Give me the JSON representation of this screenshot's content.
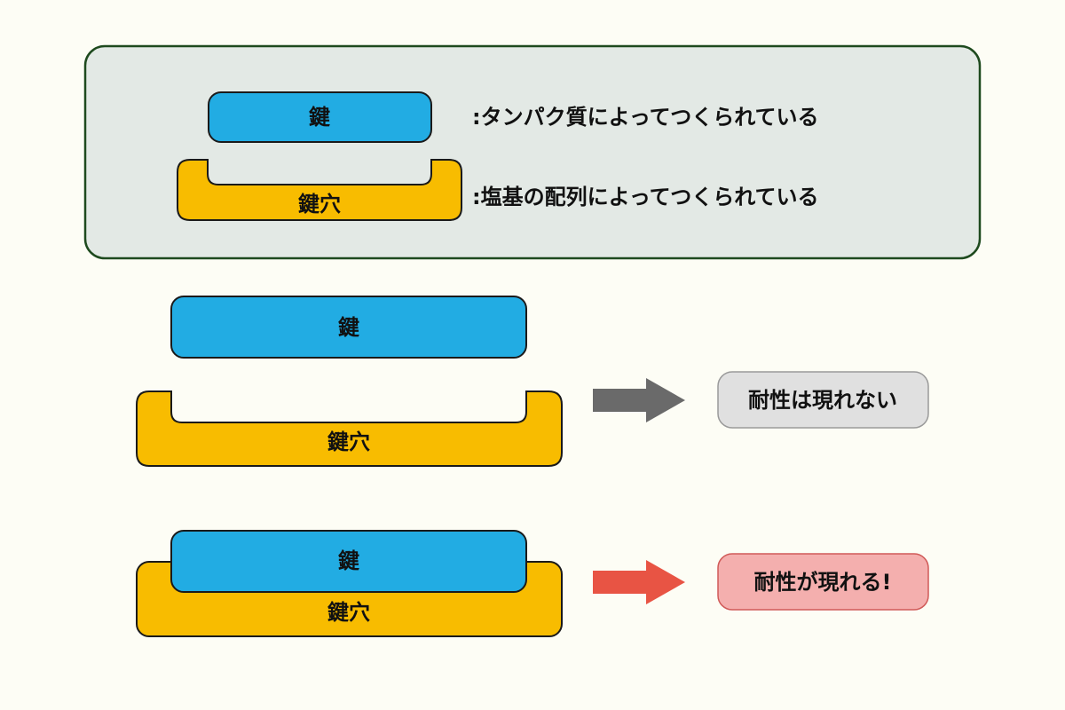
{
  "legend": {
    "key_label": "鍵",
    "keyhole_label": "鍵穴",
    "key_desc": ":タンパク質によってつくられている",
    "keyhole_desc": ":塩基の配列によってつくられている"
  },
  "scenario_mismatch": {
    "key_label": "鍵",
    "keyhole_label": "鍵穴",
    "result": "耐性は現れない"
  },
  "scenario_match": {
    "key_label": "鍵",
    "keyhole_label": "鍵穴",
    "result": "耐性が現れる!"
  },
  "colors": {
    "background": "#fdfdf5",
    "legend_box_fill": "#e3e9e5",
    "legend_box_border": "#1e4a1e",
    "key_blue": "#22ace3",
    "keyhole_yellow": "#f8bc00",
    "arrow_gray": "#6a6a6a",
    "arrow_red": "#e85444",
    "result_gray_fill": "#e0e0e0",
    "result_red_fill": "#f4afae"
  }
}
